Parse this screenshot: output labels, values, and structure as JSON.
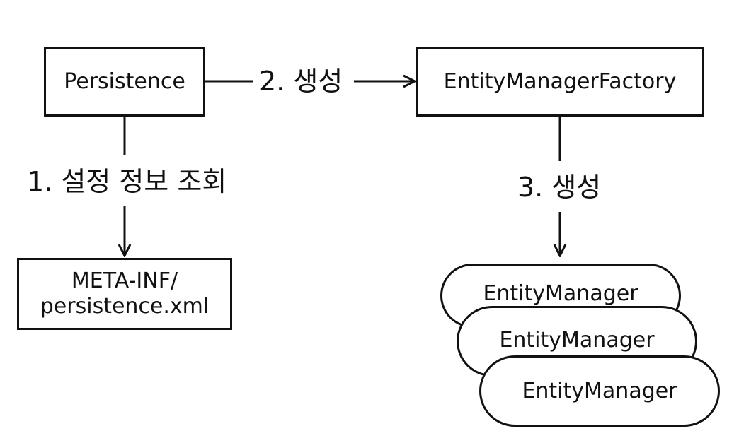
{
  "nodes": {
    "persistence": "Persistence",
    "factory": "EntityManagerFactory",
    "config_file": "META-INF/\npersistence.xml",
    "entity_manager_1": "EntityManager",
    "entity_manager_2": "EntityManager",
    "entity_manager_3": "EntityManager"
  },
  "edges": {
    "step1": "1. 설정 정보 조회",
    "step2": "2. 생성",
    "step3": "3. 생성"
  }
}
